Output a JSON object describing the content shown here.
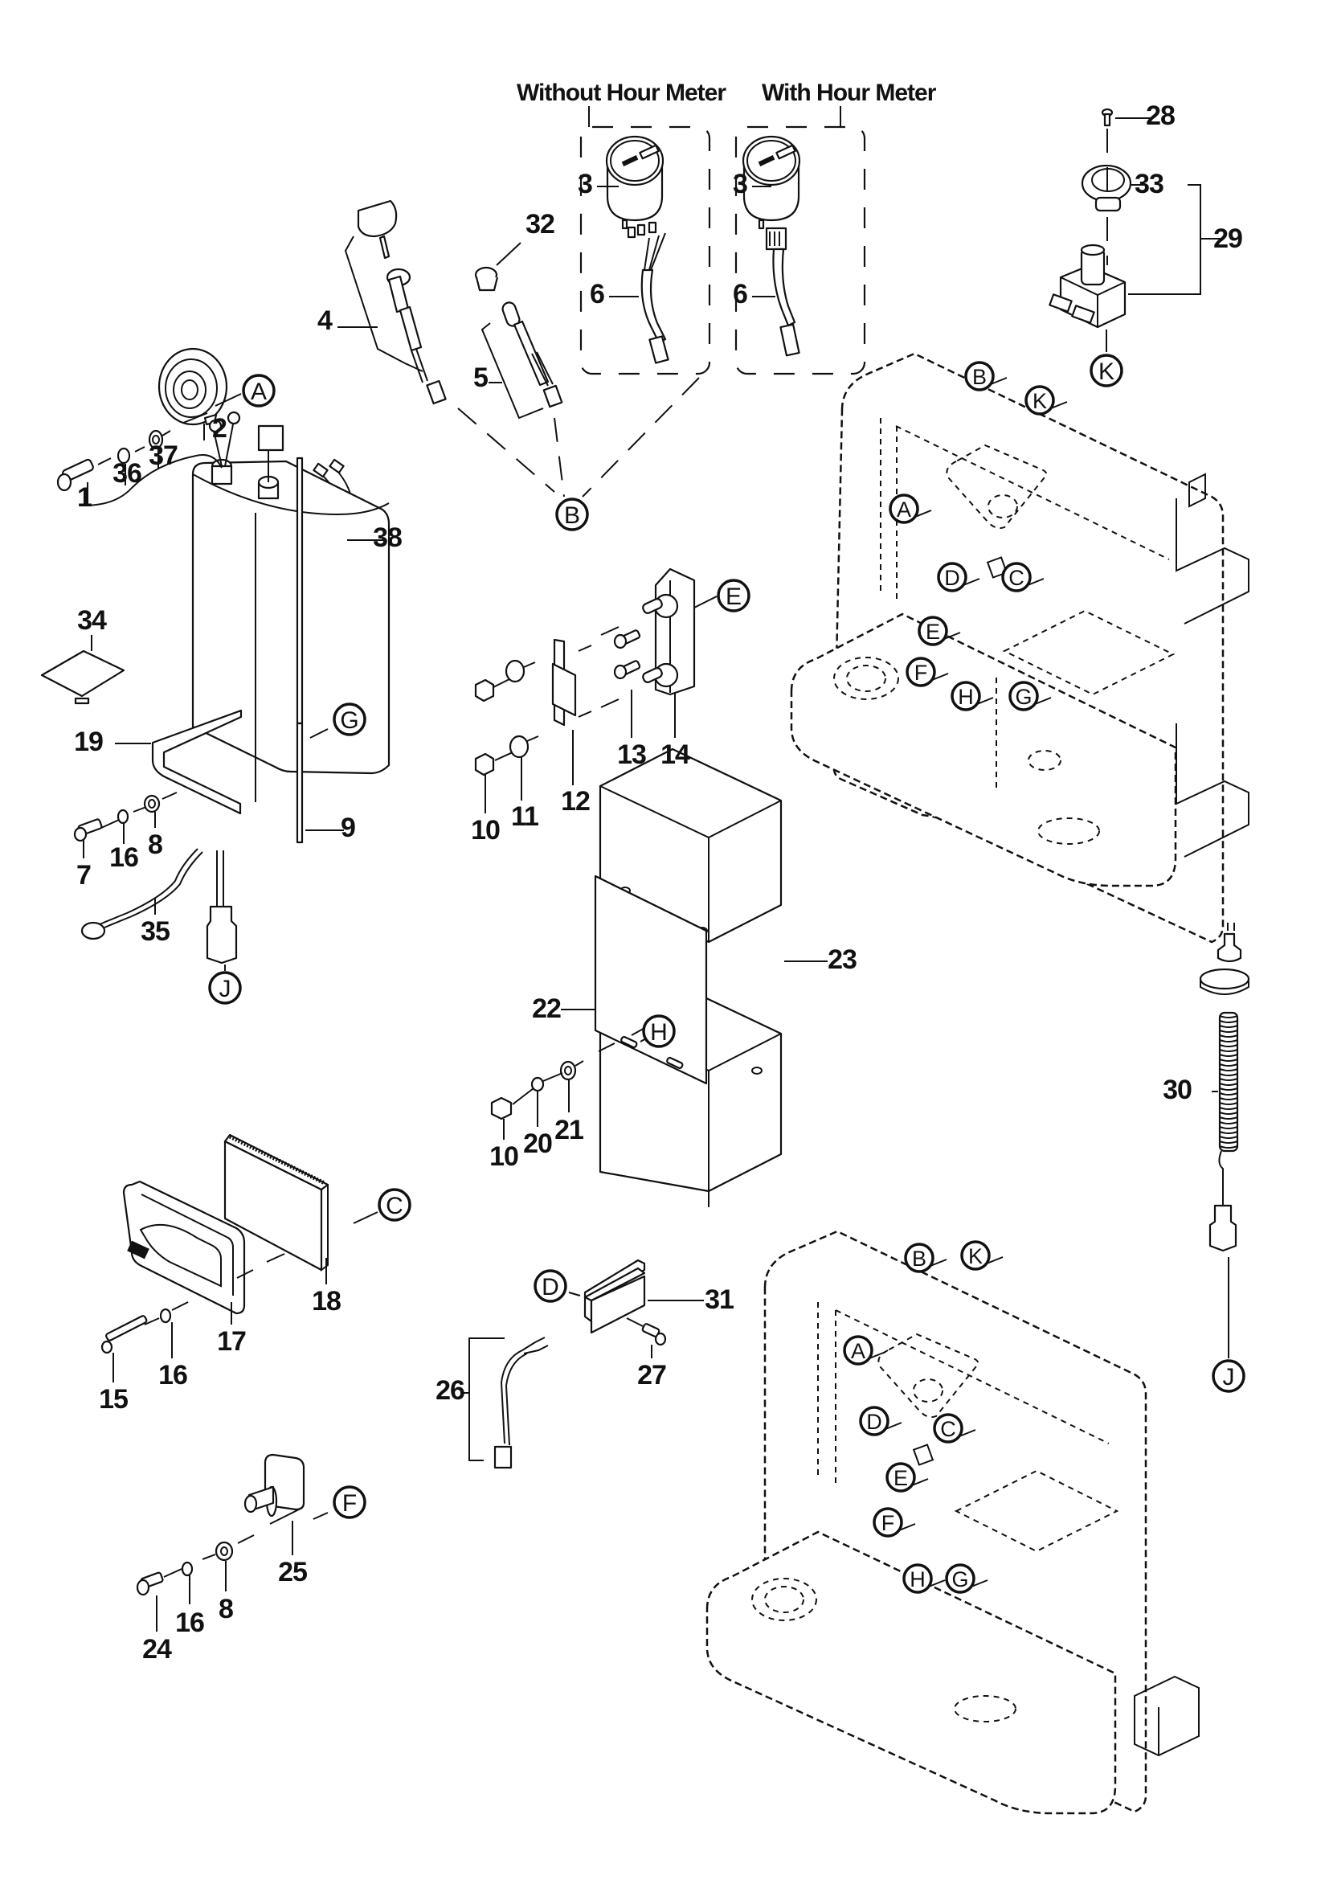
{
  "diagram": {
    "type": "exploded-parts-diagram",
    "subject": "Electrical components and chassis",
    "group_titles": {
      "without_hour_meter": "Without Hour Meter",
      "with_hour_meter": "With Hour Meter"
    },
    "part_numbers": [
      "1",
      "2",
      "3",
      "4",
      "5",
      "6",
      "7",
      "8",
      "9",
      "10",
      "11",
      "12",
      "13",
      "14",
      "15",
      "16",
      "17",
      "18",
      "19",
      "20",
      "21",
      "22",
      "23",
      "24",
      "25",
      "26",
      "27",
      "28",
      "29",
      "30",
      "31",
      "32",
      "33",
      "34",
      "35",
      "36",
      "37",
      "38"
    ],
    "reference_letters": [
      "A",
      "B",
      "C",
      "D",
      "E",
      "F",
      "G",
      "H",
      "J",
      "K"
    ],
    "callouts": [
      {
        "id": "n1",
        "text": "1"
      },
      {
        "id": "n36",
        "text": "36"
      },
      {
        "id": "n37",
        "text": "37"
      },
      {
        "id": "n2",
        "text": "2"
      },
      {
        "id": "rA1",
        "text": "A"
      },
      {
        "id": "n4",
        "text": "4"
      },
      {
        "id": "n5",
        "text": "5"
      },
      {
        "id": "n32",
        "text": "32"
      },
      {
        "id": "rB1",
        "text": "B"
      },
      {
        "id": "n3a",
        "text": "3"
      },
      {
        "id": "n6a",
        "text": "6"
      },
      {
        "id": "n3b",
        "text": "3"
      },
      {
        "id": "n6b",
        "text": "6"
      },
      {
        "id": "n28",
        "text": "28"
      },
      {
        "id": "n33",
        "text": "33"
      },
      {
        "id": "n29",
        "text": "29"
      },
      {
        "id": "rK1",
        "text": "K"
      },
      {
        "id": "n38",
        "text": "38"
      },
      {
        "id": "n34",
        "text": "34"
      },
      {
        "id": "n19",
        "text": "19"
      },
      {
        "id": "rG1",
        "text": "G"
      },
      {
        "id": "n9",
        "text": "9"
      },
      {
        "id": "n7",
        "text": "7"
      },
      {
        "id": "n16a",
        "text": "16"
      },
      {
        "id": "n8a",
        "text": "8"
      },
      {
        "id": "n35",
        "text": "35"
      },
      {
        "id": "rJ1",
        "text": "J"
      },
      {
        "id": "rE1",
        "text": "E"
      },
      {
        "id": "n10a",
        "text": "10"
      },
      {
        "id": "n11",
        "text": "11"
      },
      {
        "id": "n12",
        "text": "12"
      },
      {
        "id": "n13",
        "text": "13"
      },
      {
        "id": "n14",
        "text": "14"
      },
      {
        "id": "n23",
        "text": "23"
      },
      {
        "id": "n22",
        "text": "22"
      },
      {
        "id": "rH1",
        "text": "H"
      },
      {
        "id": "n10b",
        "text": "10"
      },
      {
        "id": "n20",
        "text": "20"
      },
      {
        "id": "n21",
        "text": "21"
      },
      {
        "id": "rC1",
        "text": "C"
      },
      {
        "id": "n18",
        "text": "18"
      },
      {
        "id": "n17",
        "text": "17"
      },
      {
        "id": "n15",
        "text": "15"
      },
      {
        "id": "n16b",
        "text": "16"
      },
      {
        "id": "rD1",
        "text": "D"
      },
      {
        "id": "n31",
        "text": "31"
      },
      {
        "id": "n27",
        "text": "27"
      },
      {
        "id": "n26",
        "text": "26"
      },
      {
        "id": "rF1",
        "text": "F"
      },
      {
        "id": "n25",
        "text": "25"
      },
      {
        "id": "n24",
        "text": "24"
      },
      {
        "id": "n16c",
        "text": "16"
      },
      {
        "id": "n8b",
        "text": "8"
      },
      {
        "id": "n30",
        "text": "30"
      },
      {
        "id": "rJ2",
        "text": "J"
      }
    ],
    "chassis_upper_refs": [
      "B",
      "K",
      "A",
      "D",
      "C",
      "E",
      "F",
      "H",
      "G"
    ],
    "chassis_lower_refs": [
      "B",
      "K",
      "A",
      "D",
      "C",
      "E",
      "F",
      "H",
      "G"
    ]
  }
}
